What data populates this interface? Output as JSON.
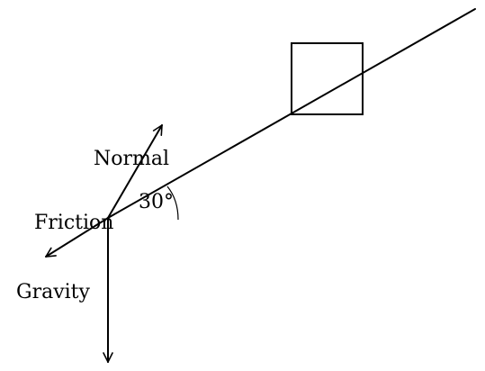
{
  "labels": {
    "normal": "Normal",
    "friction": "Friction",
    "gravity": "Gravity",
    "angle": "30°"
  }
}
